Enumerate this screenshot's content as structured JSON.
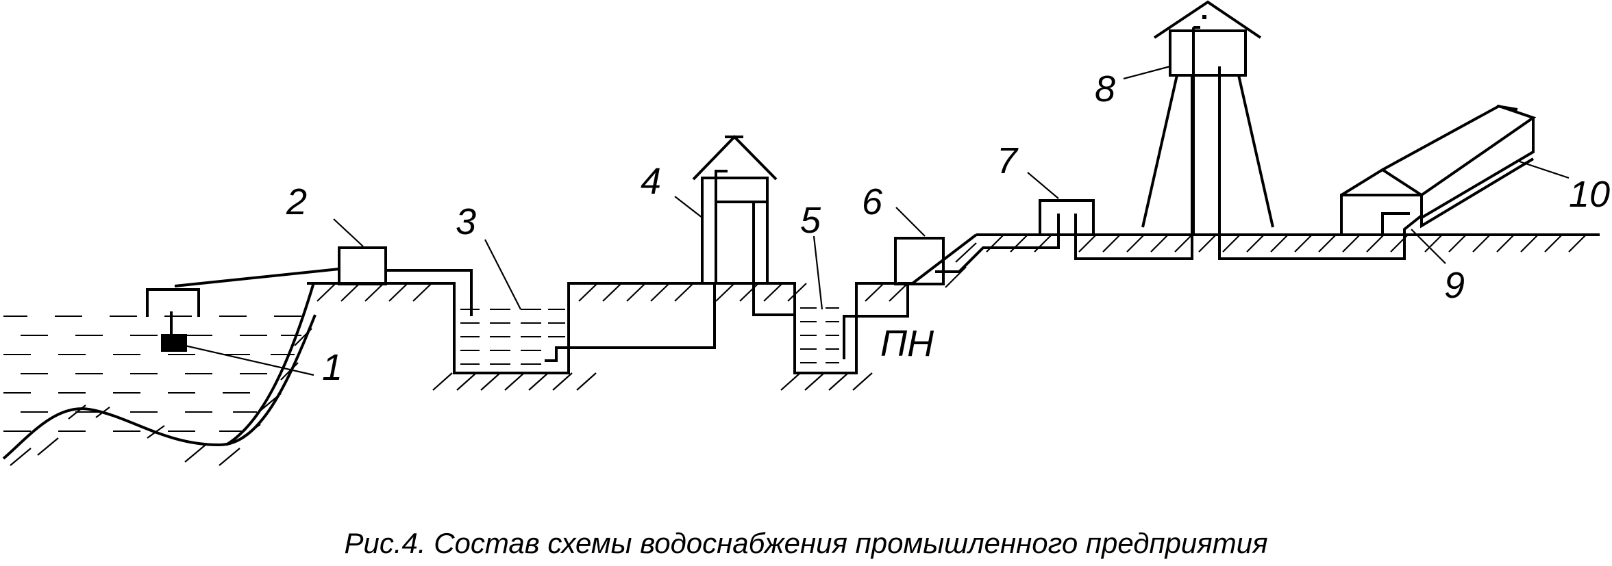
{
  "labels": {
    "l1": "1",
    "l2": "2",
    "l3": "3",
    "l4": "4",
    "l5": "5",
    "l6": "6",
    "l7": "7",
    "l8": "8",
    "l9": "9",
    "l10": "10",
    "pn": "ПН"
  },
  "caption": "Рис.4. Состав схемы водоснабжения промышленного предприятия"
}
